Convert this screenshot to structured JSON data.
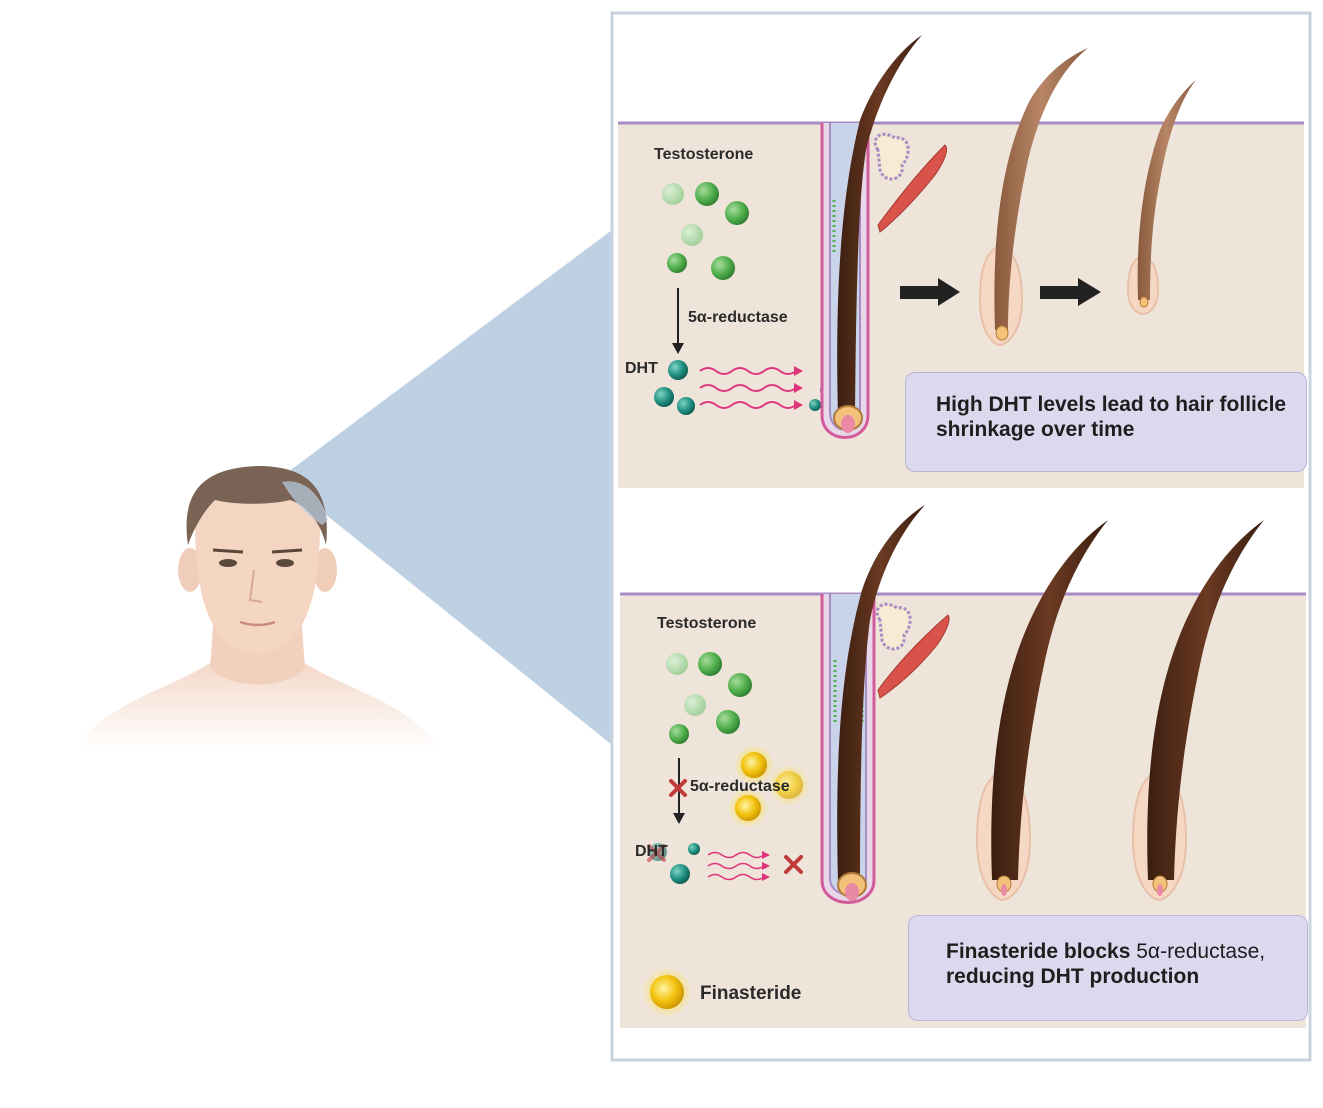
{
  "top_panel": {
    "testosterone_label": "Testosterone",
    "enzyme_label": "5α-reductase",
    "dht_label": "DHT",
    "caption": "High DHT levels lead to hair follicle shrinkage over time"
  },
  "bottom_panel": {
    "testosterone_label": "Testosterone",
    "enzyme_label": "5α-reductase",
    "dht_label": "DHT",
    "caption_bold_part": "Finasteride blocks",
    "caption_enzyme_part": "5α-reductase,",
    "caption_line2": "reducing DHT production",
    "legend_label": "Finasteride"
  },
  "colors": {
    "skin_panel": "#efe4da",
    "frame": "#c9d3df",
    "zoom_cone": "#b9cfe2",
    "testosterone": "#5fb35a",
    "dht": "#1f8f80",
    "finasteride": "#f3c40f",
    "signal_wave": "#e0357a",
    "block_x": "#c0393b",
    "caption_box": "#dcd9ee"
  },
  "icons": [
    "person-head-icon",
    "hair-follicle-icon",
    "arrow-right-icon",
    "block-x-icon",
    "molecule-icon"
  ]
}
